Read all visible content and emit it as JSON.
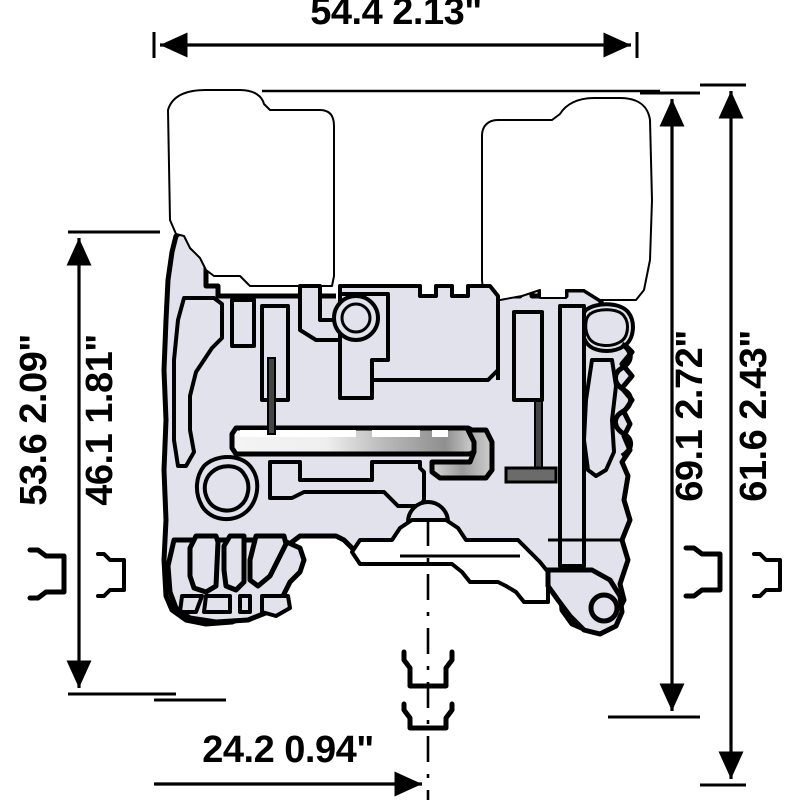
{
  "drawing": {
    "title": "Terminal block cross-section dimensional drawing",
    "view": "side-section",
    "units": {
      "primary": "mm",
      "secondary": "inch"
    },
    "colors": {
      "outline": "#000000",
      "body_fill": "#e2e2ec",
      "chamber_fill": "#ffffff",
      "metal_light": "#f2f2f2",
      "metal_dark": "#8a8a8a",
      "background": "#ffffff"
    }
  },
  "dimensions": {
    "top": {
      "name": "overall-width",
      "mm": "54.4",
      "inch": "2.13\"",
      "label": "54.4 2.13\"",
      "orientation": "horizontal",
      "position": "top"
    },
    "left_outer": {
      "name": "overall-height-outer",
      "mm": "53.6",
      "inch": "2.09\"",
      "label": "53.6 2.09\"",
      "orientation": "vertical",
      "position": "left-outer",
      "rail_symbol": "din-rail-ts35x15"
    },
    "left_inner": {
      "name": "overall-height-inner",
      "mm": "46.1",
      "inch": "1.81\"",
      "label": "46.1 1.81\"",
      "orientation": "vertical",
      "position": "left-inner",
      "rail_symbol": "din-rail-ts35x7.5"
    },
    "right_inner": {
      "name": "mounted-height-inner",
      "mm": "69.1",
      "inch": "2.72\"",
      "label": "69.1 2.72\"",
      "orientation": "vertical",
      "position": "right-inner",
      "rail_symbol": "din-rail-ts35x15"
    },
    "right_outer": {
      "name": "mounted-height-outer",
      "mm": "61.6",
      "inch": "2.43\"",
      "label": "61.6 2.43\"",
      "orientation": "vertical",
      "position": "right-outer",
      "rail_symbol": "din-rail-ts35x7.5"
    },
    "bottom": {
      "name": "mounting-offset-width",
      "mm": "24.2",
      "inch": "0.94\"",
      "label": "24.2 0.94\"",
      "orientation": "horizontal",
      "position": "bottom"
    }
  },
  "annotations": {
    "centerline": "vertical-dash-dot-centerline",
    "rail_profiles": [
      "din-rail-ts35x15-profile",
      "din-rail-ts35x7.5-profile"
    ]
  }
}
